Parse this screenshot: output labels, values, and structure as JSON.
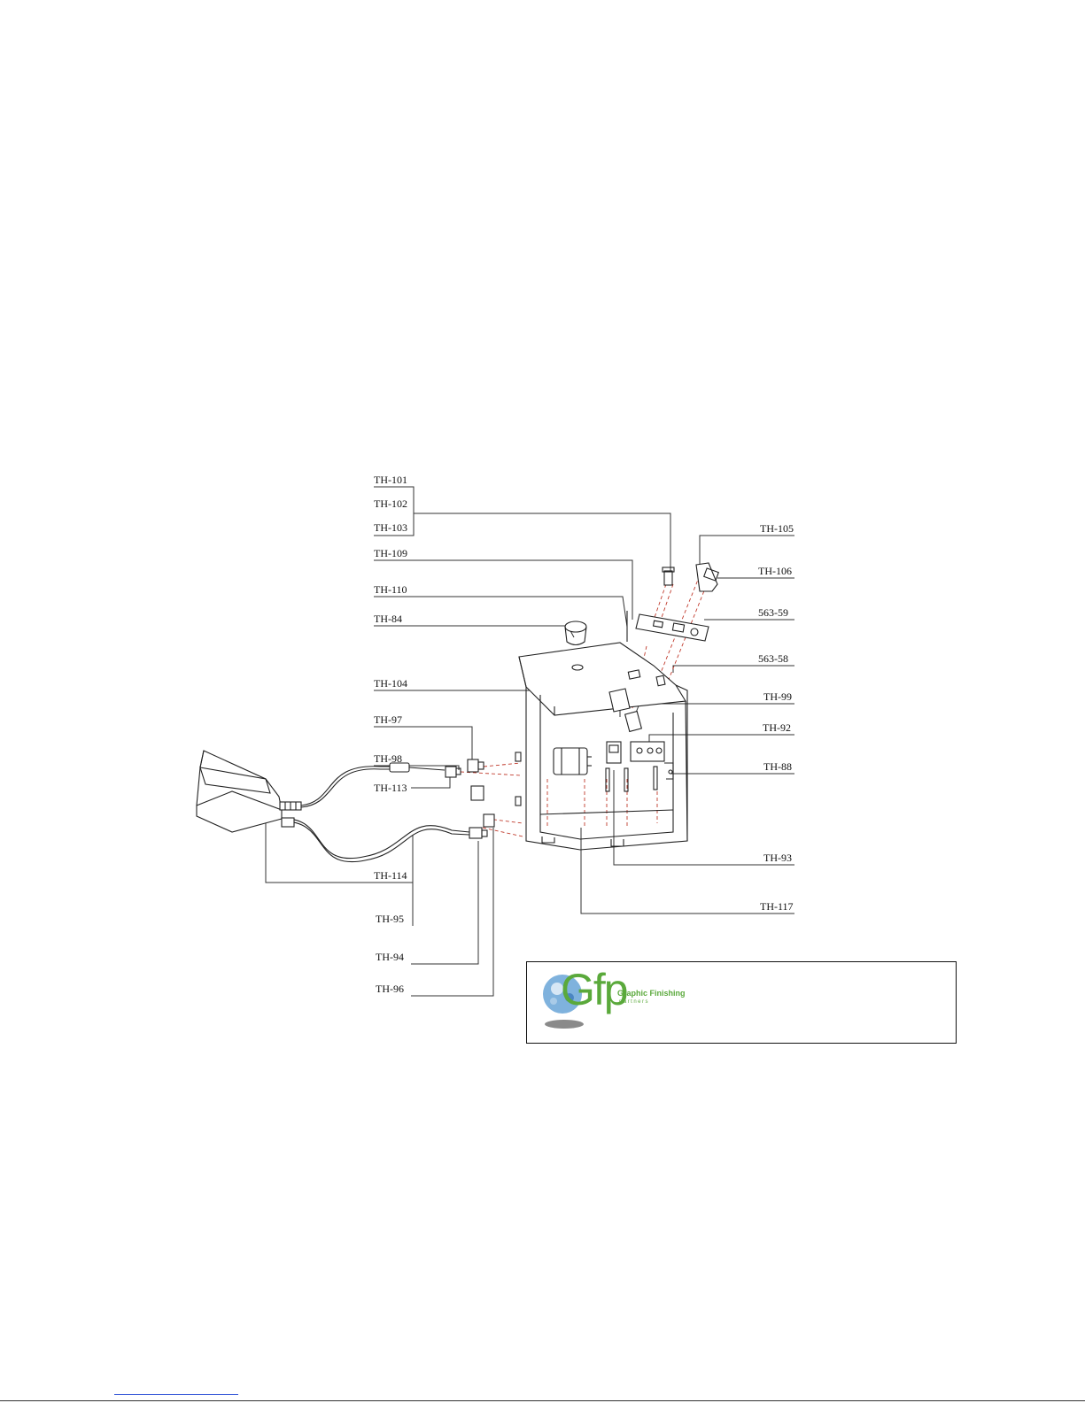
{
  "diagram": {
    "callouts": [
      {
        "id": "th101",
        "label": "TH-101"
      },
      {
        "id": "th102",
        "label": "TH-102"
      },
      {
        "id": "th103",
        "label": "TH-103"
      },
      {
        "id": "th109",
        "label": "TH-109"
      },
      {
        "id": "th110",
        "label": "TH-110"
      },
      {
        "id": "th84",
        "label": "TH-84"
      },
      {
        "id": "th104",
        "label": "TH-104"
      },
      {
        "id": "th97",
        "label": "TH-97"
      },
      {
        "id": "th98",
        "label": "TH-98"
      },
      {
        "id": "th113",
        "label": "TH-113"
      },
      {
        "id": "th114",
        "label": "TH-114"
      },
      {
        "id": "th95",
        "label": "TH-95"
      },
      {
        "id": "th94",
        "label": "TH-94"
      },
      {
        "id": "th96",
        "label": "TH-96"
      },
      {
        "id": "th105",
        "label": "TH-105"
      },
      {
        "id": "th106",
        "label": "TH-106"
      },
      {
        "id": "p56359",
        "label": "563-59"
      },
      {
        "id": "p56358",
        "label": "563-58"
      },
      {
        "id": "th99",
        "label": "TH-99"
      },
      {
        "id": "th92",
        "label": "TH-92"
      },
      {
        "id": "th88",
        "label": "TH-88"
      },
      {
        "id": "th93",
        "label": "TH-93"
      },
      {
        "id": "th117",
        "label": "TH-117"
      }
    ]
  },
  "logo": {
    "mark": "Gfp",
    "name": "Graphic Finishing",
    "sub": "partners",
    "brand_color": "#5aa93b"
  }
}
